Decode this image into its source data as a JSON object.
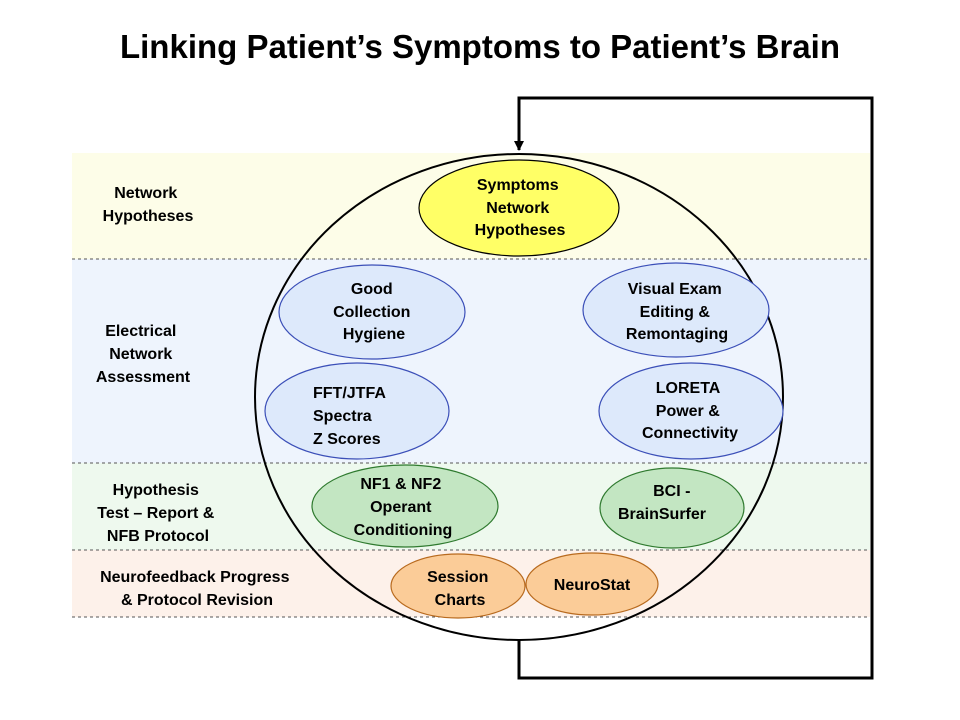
{
  "title": "Linking Patient’s Symptoms to Patient’s Brain",
  "bands": [
    {
      "lines": [
        "Network",
        "Hypotheses"
      ]
    },
    {
      "lines": [
        "Electrical",
        "Network",
        "Assessment"
      ]
    },
    {
      "lines": [
        "Hypothesis",
        "Test – Report &",
        "NFB Protocol"
      ]
    },
    {
      "lines": [
        "Neurofeedback Progress",
        "& Protocol Revision"
      ]
    }
  ],
  "nodes": [
    {
      "name": "symptoms-network-hypotheses",
      "lines": [
        "Symptoms",
        "Network",
        "Hypotheses"
      ]
    },
    {
      "name": "good-collection-hygiene",
      "lines": [
        "Good",
        "Collection",
        "Hygiene"
      ]
    },
    {
      "name": "visual-exam-editing",
      "lines": [
        "Visual Exam",
        "Editing &",
        "Remontaging"
      ]
    },
    {
      "name": "fft-jtfa",
      "lines": [
        "FFT/JTFA",
        "Spectra",
        "Z Scores"
      ]
    },
    {
      "name": "loreta",
      "lines": [
        "LORETA",
        "Power &",
        "Connectivity"
      ]
    },
    {
      "name": "nf1-nf2",
      "lines": [
        "NF1 & NF2",
        "Operant",
        "Conditioning"
      ]
    },
    {
      "name": "bci-brainsurfer",
      "lines": [
        "BCI -",
        "BrainSurfer"
      ]
    },
    {
      "name": "session-charts",
      "lines": [
        "Session",
        "Charts"
      ]
    },
    {
      "name": "neurostat",
      "lines": [
        "NeuroStat"
      ]
    }
  ],
  "colors": {
    "band_yellow": "#fdfde8",
    "band_blue": "#eef4fd",
    "band_green": "#eef9ee",
    "band_orange": "#fdf1ea",
    "node_yellow": "#ffff66",
    "node_blue": "#dde9fb",
    "node_green": "#c3e6c2",
    "node_orange": "#fbcc98"
  }
}
